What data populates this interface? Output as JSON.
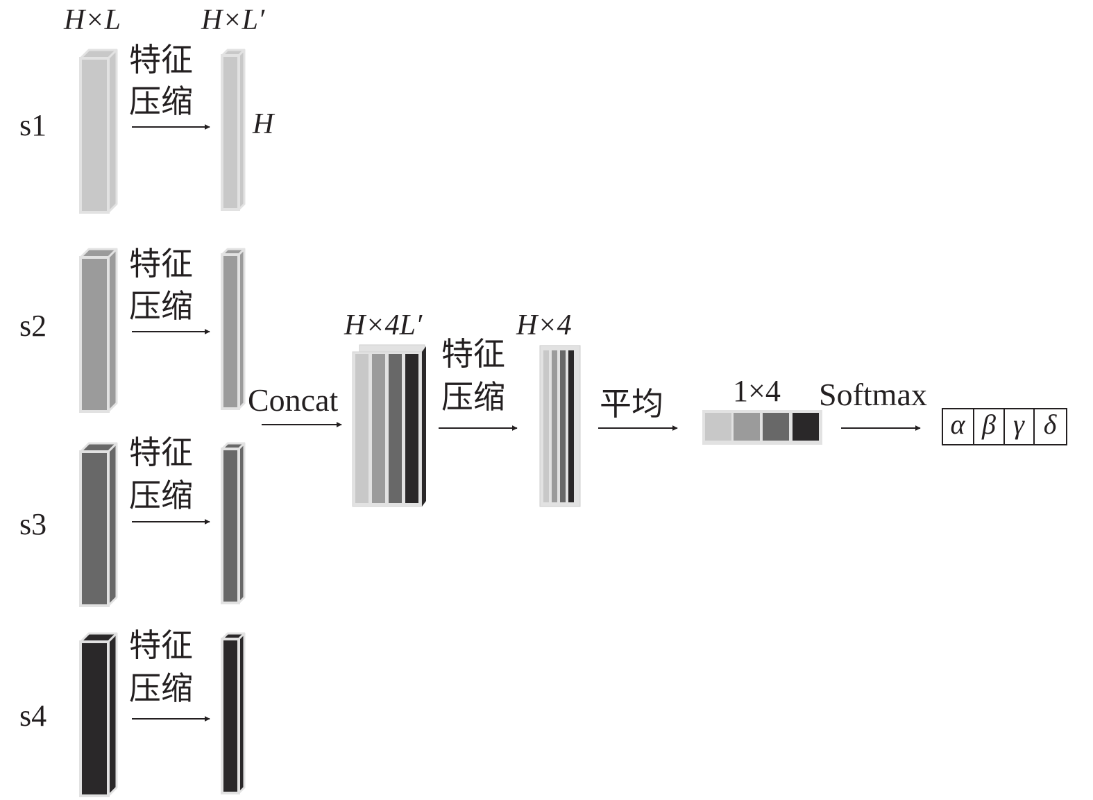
{
  "colors": {
    "s1": "#c8c8c8",
    "s2": "#9b9b9b",
    "s3": "#686868",
    "s4": "#2a2829",
    "edge": "#e2e2e2",
    "ink": "#231f20"
  },
  "header": {
    "input_size": "H×L",
    "compressed_size": "H×L′",
    "height_label": "H"
  },
  "streams": [
    {
      "label": "s1",
      "op_line1": "特征",
      "op_line2": "压缩"
    },
    {
      "label": "s2",
      "op_line1": "特征",
      "op_line2": "压缩"
    },
    {
      "label": "s3",
      "op_line1": "特征",
      "op_line2": "压缩"
    },
    {
      "label": "s4",
      "op_line1": "特征",
      "op_line2": "压缩"
    }
  ],
  "concat": {
    "op_label": "Concat",
    "size_label": "H×4L′"
  },
  "compress2": {
    "op_line1": "特征",
    "op_line2": "压缩",
    "size_label": "H×4"
  },
  "average": {
    "op_label": "平均",
    "size_label": "1×4"
  },
  "softmax": {
    "op_label": "Softmax",
    "outputs": [
      "α",
      "β",
      "γ",
      "δ"
    ]
  }
}
